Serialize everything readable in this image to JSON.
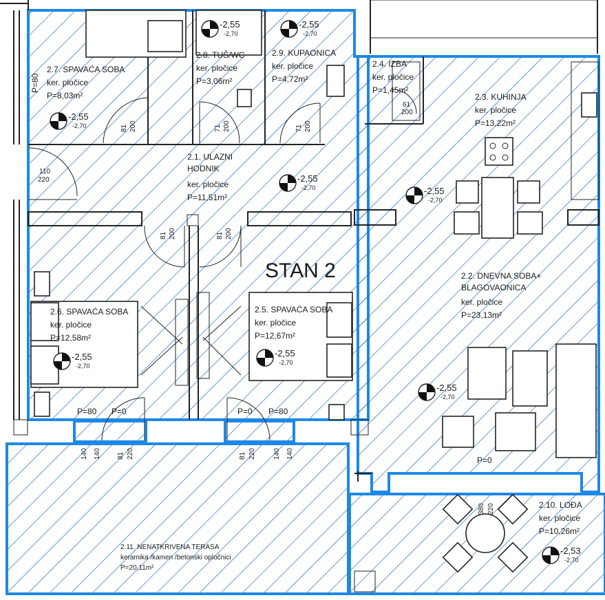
{
  "colors": {
    "outline": "#1e88e5",
    "hatch": "#1565c0",
    "wall": "#222222",
    "background": "#ffffff"
  },
  "plan_title": "STAN 2",
  "rooms": [
    {
      "id": "2.7",
      "name": "2.7. SPAVAĆA SOBA",
      "finish": "ker. pločice",
      "area": "P=8,03m²"
    },
    {
      "id": "2.8",
      "name": "2.8. TUŠ/WC",
      "finish": "ker. pločice",
      "area": "P=3,06m²"
    },
    {
      "id": "2.9",
      "name": "2.9. KUPAONICA",
      "finish": "ker. pločice",
      "area": "P=4,72m²"
    },
    {
      "id": "2.4",
      "name": "2.4. IZBA",
      "finish": "ker. pločice",
      "area": "P=1,45m²"
    },
    {
      "id": "2.3",
      "name": "2.3. KUHINJA",
      "finish": "ker. pločice",
      "area": "P=13,22m²"
    },
    {
      "id": "2.1",
      "name": "2.1. ULAZNI HODNIK",
      "finish": "ker. pločice",
      "area": "P=11,51m²"
    },
    {
      "id": "2.2",
      "name": "2.2. DNEVNA SOBA+ BLAGOVAONICA",
      "finish": "ker. pločice",
      "area": "P=23,13m²"
    },
    {
      "id": "2.6",
      "name": "2.6. SPAVAĆA SOBA",
      "finish": "ker. pločice",
      "area": "P=12,58m²"
    },
    {
      "id": "2.5",
      "name": "2.5. SPAVAĆA SOBA",
      "finish": "ker. pločice",
      "area": "P=12,67m²"
    },
    {
      "id": "2.10",
      "name": "2.10. LOĐA",
      "finish": "ker. pločice",
      "area": "P=10,26m²"
    },
    {
      "id": "2.11",
      "name": "2.11. NENATKRIVENA TERASA",
      "finish": "keramika /kamen /betonski opločnici",
      "area": "P=20,11m²"
    }
  ],
  "elevations": {
    "main": "-2,55",
    "sub": "-2,70",
    "loggia_main": "-2,53",
    "loggia_sub": "-2,70"
  },
  "door_dims": {
    "d81": "81",
    "d71": "71",
    "d61": "61",
    "d110": "110",
    "h200": "200",
    "h220": "220",
    "d140": "140",
    "d380": "380"
  },
  "sill_labels": {
    "p80": "P=80",
    "p0": "P=0"
  }
}
